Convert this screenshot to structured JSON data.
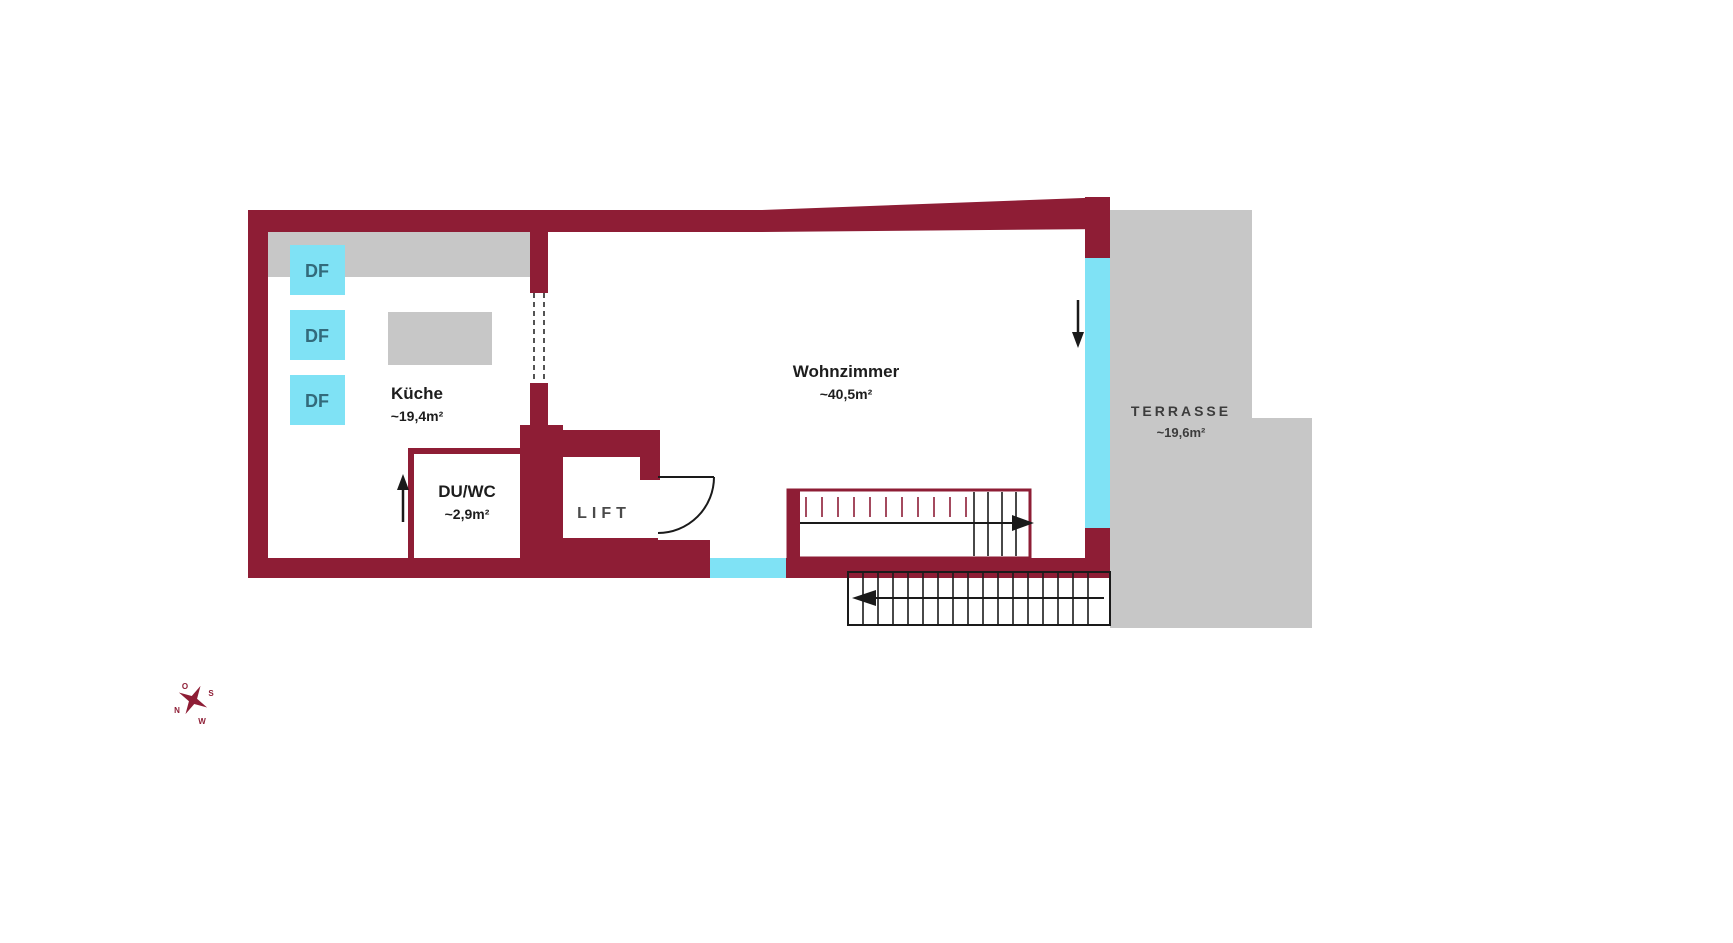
{
  "colors": {
    "wall_red": "#8e1d35",
    "glass_cyan": "#7fe2f5",
    "surface_gray": "#c7c7c7"
  },
  "rooms": {
    "kitchen": {
      "name": "Küche",
      "area": "~19,4m²"
    },
    "shower_wc": {
      "name": "DU/WC",
      "area": "~2,9m²"
    },
    "lift": {
      "name": "LIFT"
    },
    "living_room": {
      "name": "Wohnzimmer",
      "area": "~40,5m²"
    },
    "terrace": {
      "name": "TERRASSE",
      "area": "~19,6m²"
    }
  },
  "windows": {
    "df_label": "DF"
  },
  "compass": {
    "north": "N",
    "east": "O",
    "south": "S",
    "west": "W"
  }
}
